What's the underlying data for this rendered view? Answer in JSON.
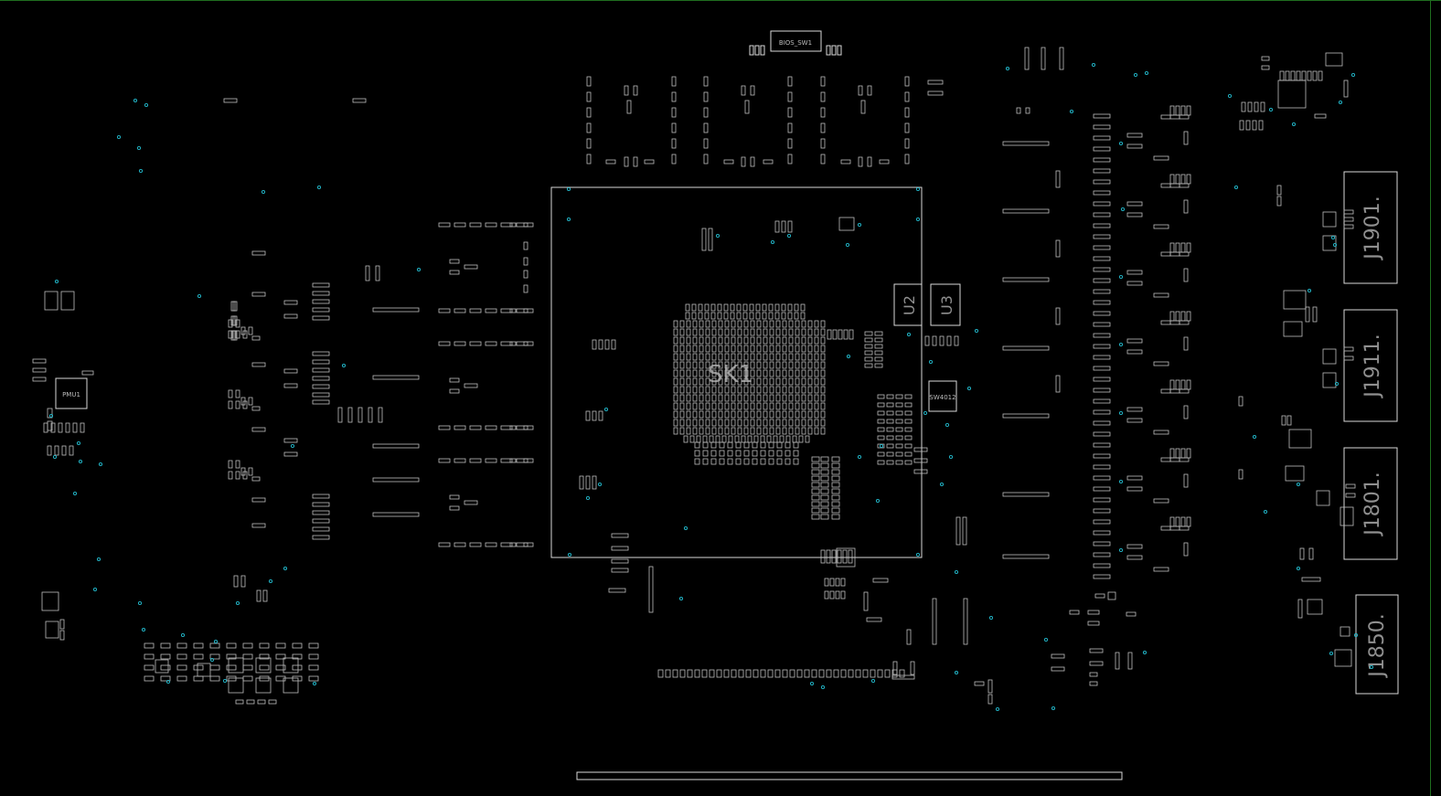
{
  "viewer": {
    "background": "#000000",
    "frame_color": "#1f6e1f",
    "outline_color": "#d9d9d9",
    "via_color": "#22b7c9"
  },
  "designators": {
    "bios": "BIOS_SW1",
    "pmu": "PMU1",
    "soc": "SK1",
    "u2": "U2",
    "u3": "U3",
    "sw": "SW4012",
    "j1901": "J1901.",
    "j1911": "J1911.",
    "j1801": "J1801.",
    "j1850": "J1850."
  }
}
